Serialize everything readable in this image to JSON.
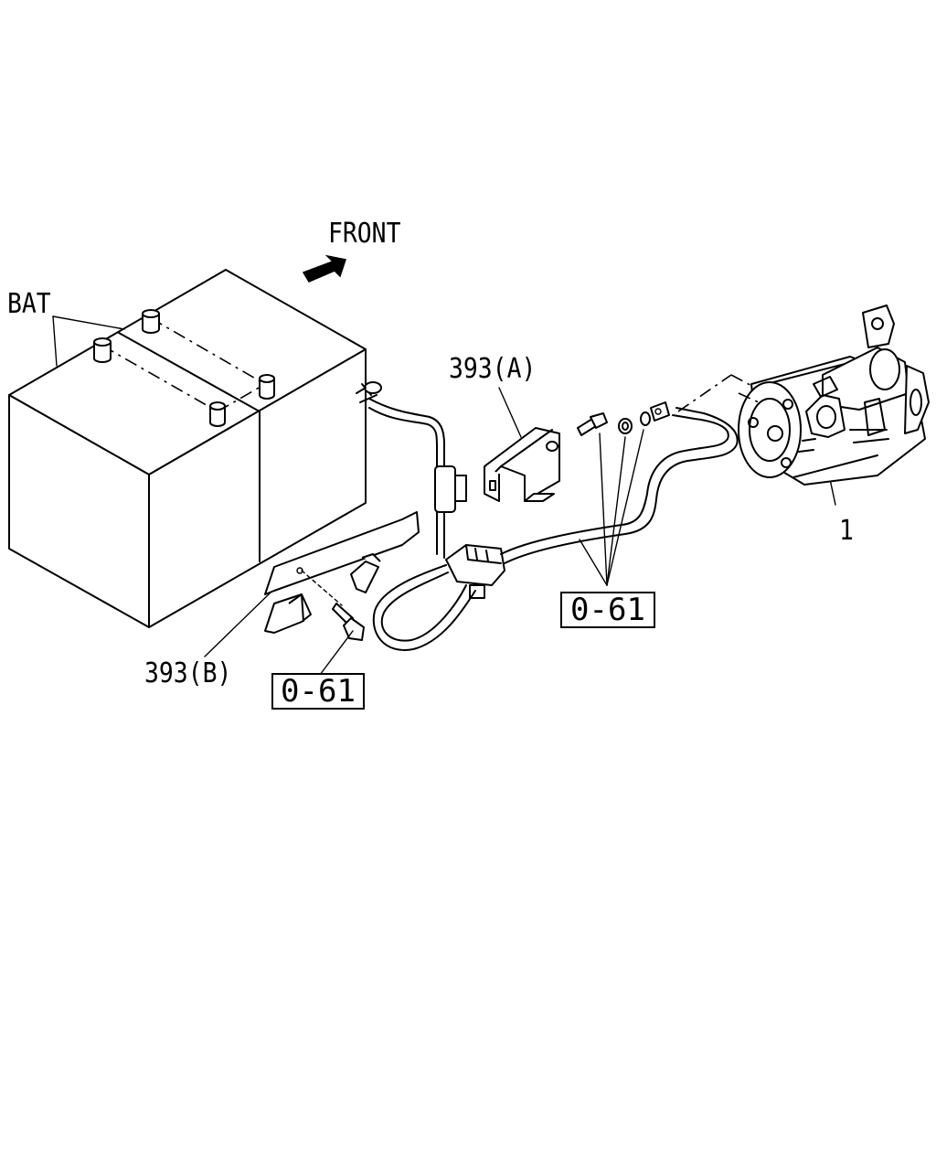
{
  "labels": {
    "front": "FRONT",
    "battery": "BAT",
    "bracket_a": "393(A)",
    "bracket_b": "393(B)",
    "starter": "1",
    "ref_right": "0-61",
    "ref_left": "0-61"
  },
  "icons": {
    "front_arrow": "front-direction-arrow"
  }
}
